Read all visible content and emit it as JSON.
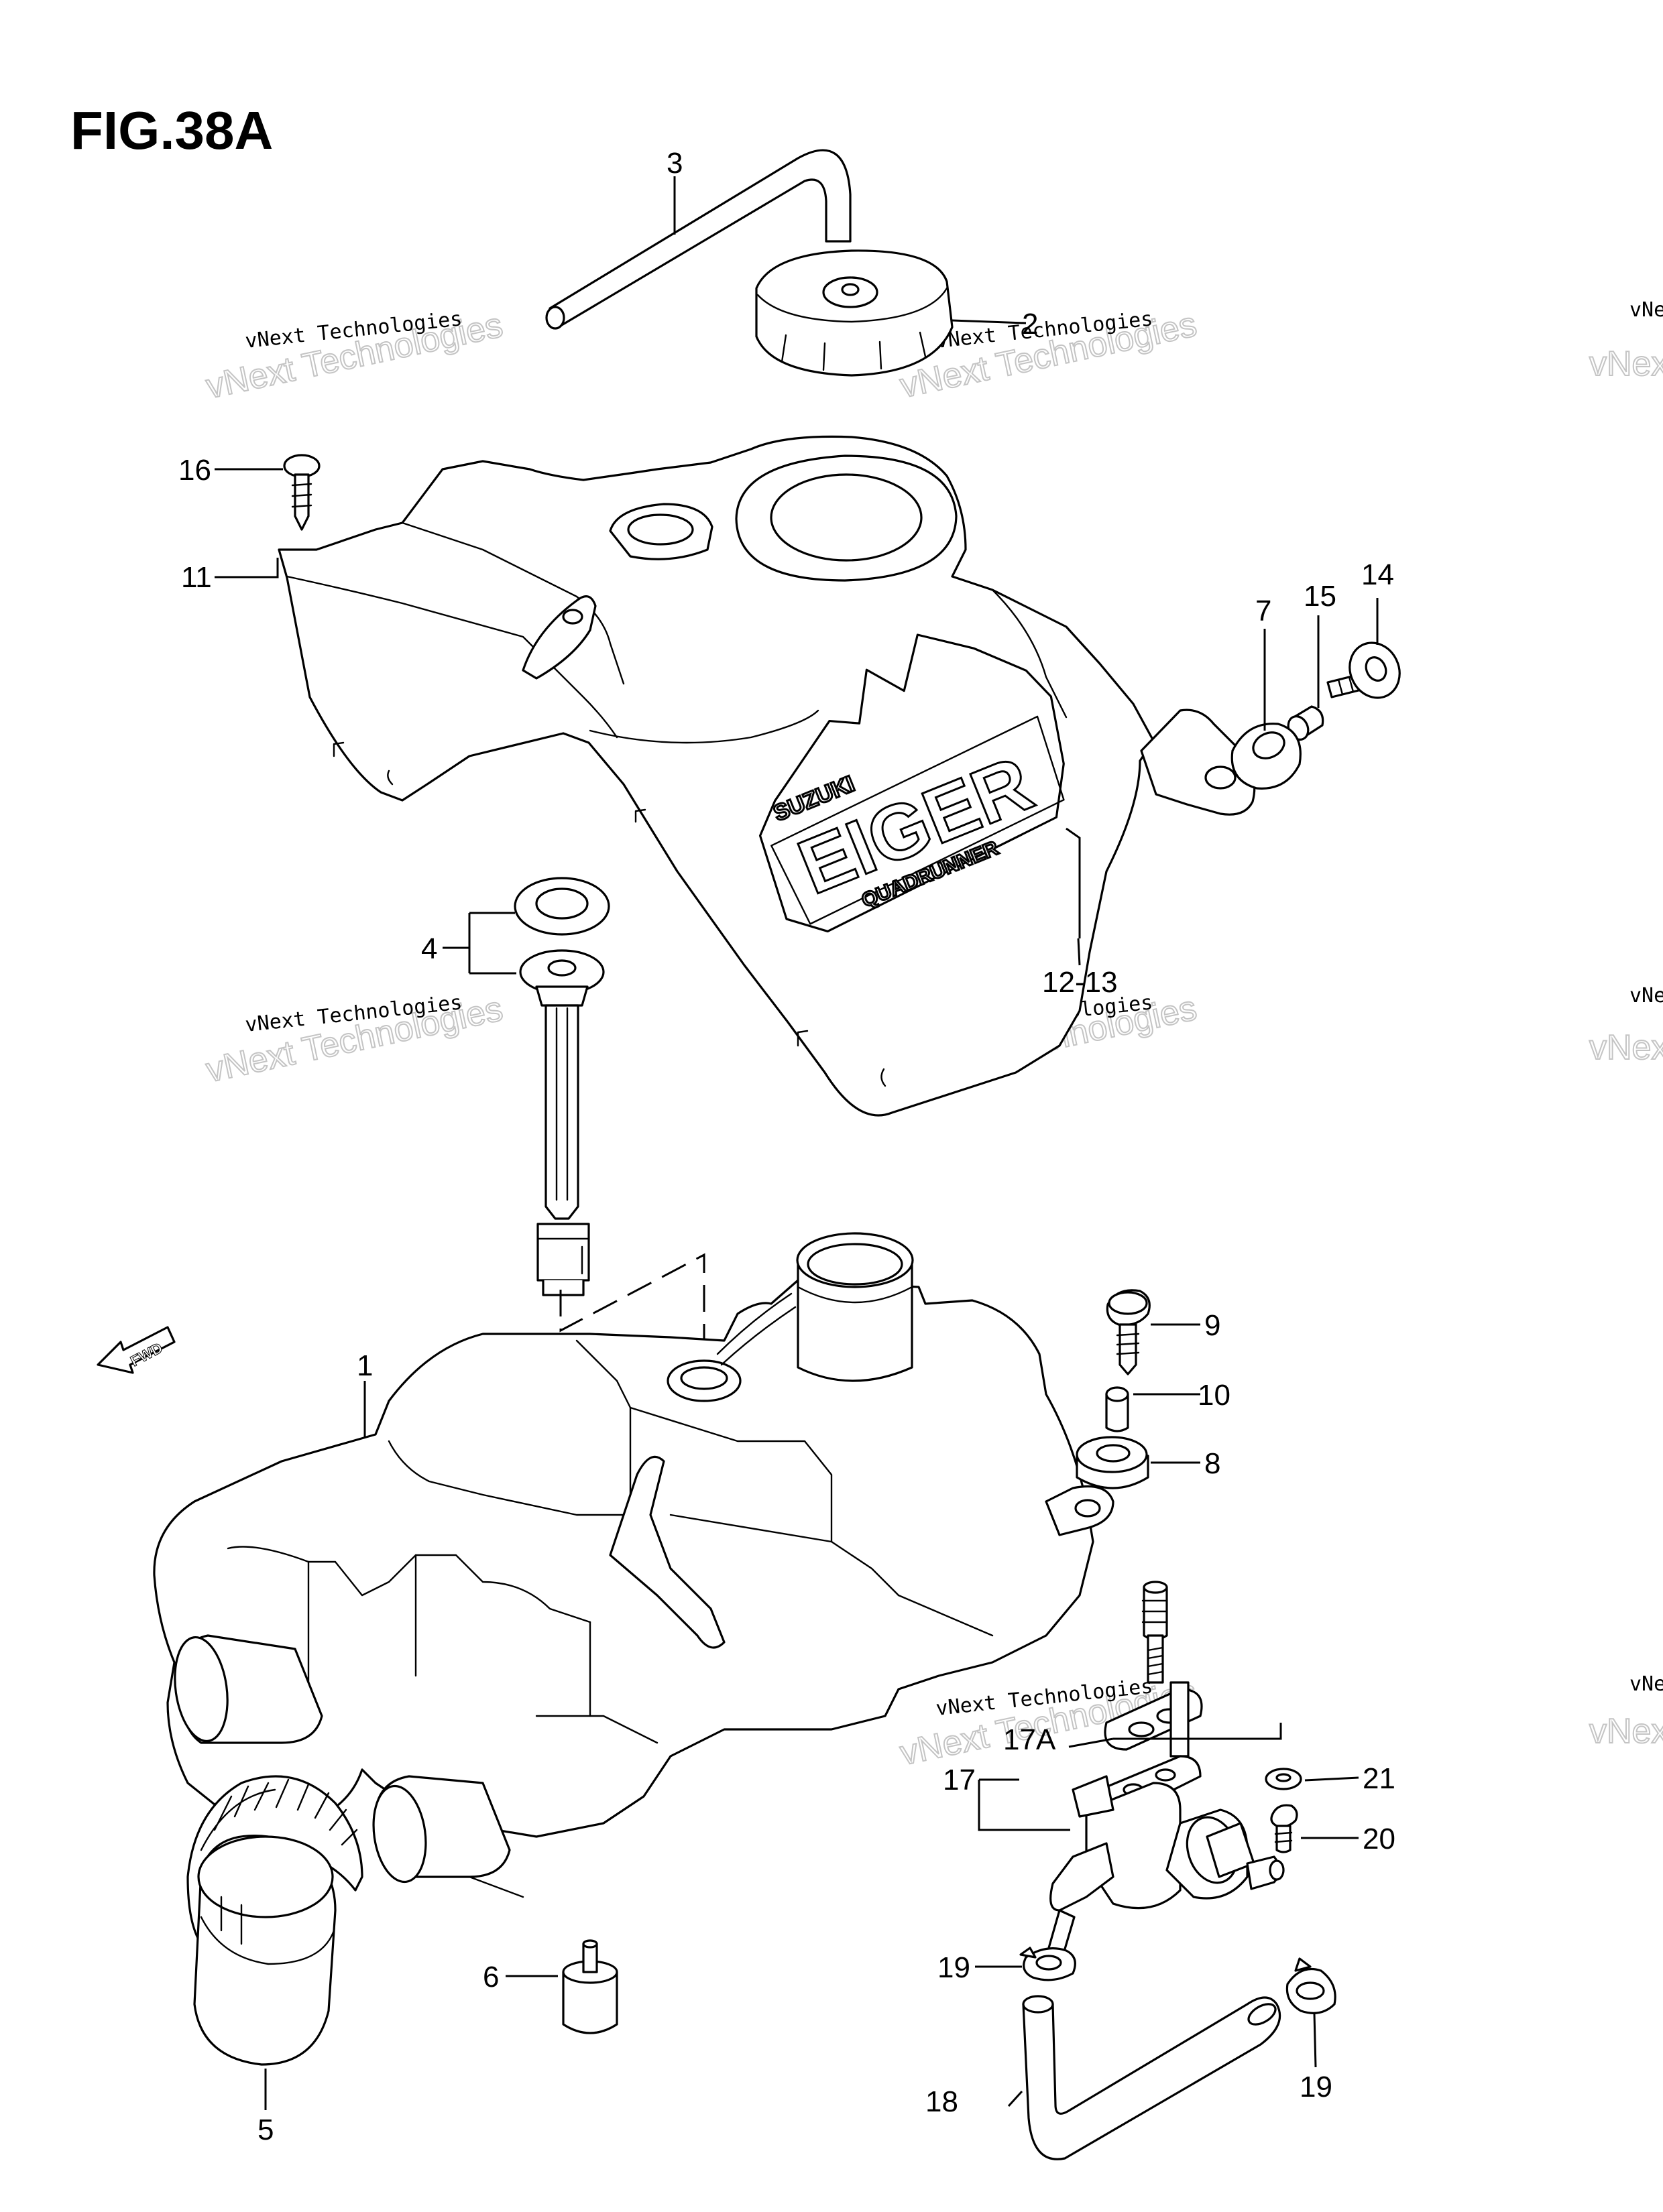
{
  "figure_title": "FIG.38A",
  "watermark": {
    "small_text": "vNext Technologies",
    "outline_text": "vNext Technologies"
  },
  "logo": {
    "brand": "SUZUKI",
    "model": "EIGER",
    "sub": "QUADRUNNER"
  },
  "fwd_label": "FWD",
  "callouts": {
    "c1": "1",
    "c2": "2",
    "c3": "3",
    "c4": "4",
    "c5": "5",
    "c6": "6",
    "c7": "7",
    "c8": "8",
    "c9": "9",
    "c10": "10",
    "c11": "11",
    "c12_13": "12-13",
    "c14": "14",
    "c15": "15",
    "c16": "16",
    "c17": "17",
    "c17a": "17A",
    "c18": "18",
    "c19a": "19",
    "c19b": "19",
    "c20": "20",
    "c21": "21"
  }
}
